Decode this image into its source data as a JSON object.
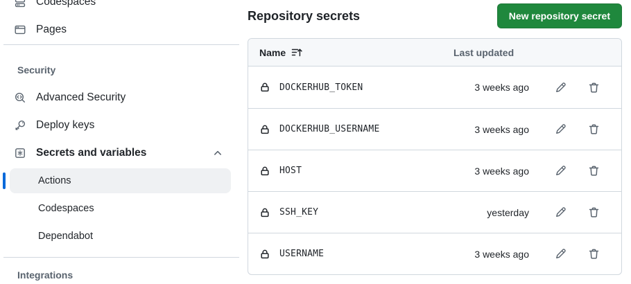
{
  "sidebar": {
    "top_items": [
      {
        "label": "Codespaces",
        "icon": "codespaces-icon"
      },
      {
        "label": "Pages",
        "icon": "browser-icon"
      }
    ],
    "security_section_label": "Security",
    "security_items": [
      {
        "label": "Advanced Security",
        "icon": "codescan-icon"
      },
      {
        "label": "Deploy keys",
        "icon": "key-icon"
      },
      {
        "label": "Secrets and variables",
        "icon": "asterisk-box-icon",
        "expanded": true
      }
    ],
    "secrets_subitems": [
      {
        "label": "Actions",
        "selected": true
      },
      {
        "label": "Codespaces",
        "selected": false
      },
      {
        "label": "Dependabot",
        "selected": false
      }
    ],
    "integrations_section_label": "Integrations"
  },
  "main": {
    "title": "Repository secrets",
    "new_secret_button": "New repository secret",
    "table": {
      "name_header": "Name",
      "updated_header": "Last updated",
      "rows": [
        {
          "name": "DOCKERHUB_TOKEN",
          "updated": "3 weeks ago"
        },
        {
          "name": "DOCKERHUB_USERNAME",
          "updated": "3 weeks ago"
        },
        {
          "name": "HOST",
          "updated": "3 weeks ago"
        },
        {
          "name": "SSH_KEY",
          "updated": "yesterday"
        },
        {
          "name": "USERNAME",
          "updated": "3 weeks ago"
        }
      ]
    }
  },
  "colors": {
    "accent_blue": "#0969da",
    "button_green": "#1f883d",
    "border": "#d0d7de",
    "table_header_bg": "#f6f8fa",
    "text": "#1f2328",
    "muted_text": "#59636e",
    "selected_item_bg": "#eff1f3"
  }
}
